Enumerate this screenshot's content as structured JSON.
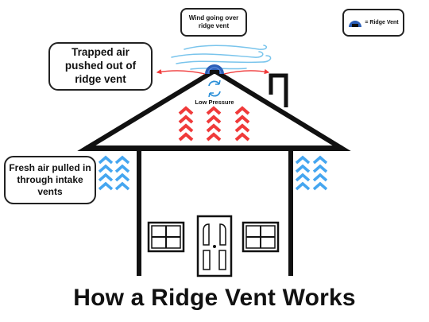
{
  "callouts": {
    "trapped_air": "Trapped air pushed out of ridge vent",
    "wind": "Wind going over ridge vent",
    "fresh_air": "Fresh air pulled in through intake vents"
  },
  "legend": {
    "label": "= Ridge Vent",
    "icon": "ridge-vent-icon"
  },
  "low_pressure": "Low Pressure",
  "title": "How a Ridge Vent Works",
  "colors": {
    "hot_air_arrows": "#f03a3a",
    "intake_arrows": "#45a6f0",
    "ridge_vent": "#2c5fb8",
    "wind": "#79c4ec",
    "outline": "#111111"
  }
}
